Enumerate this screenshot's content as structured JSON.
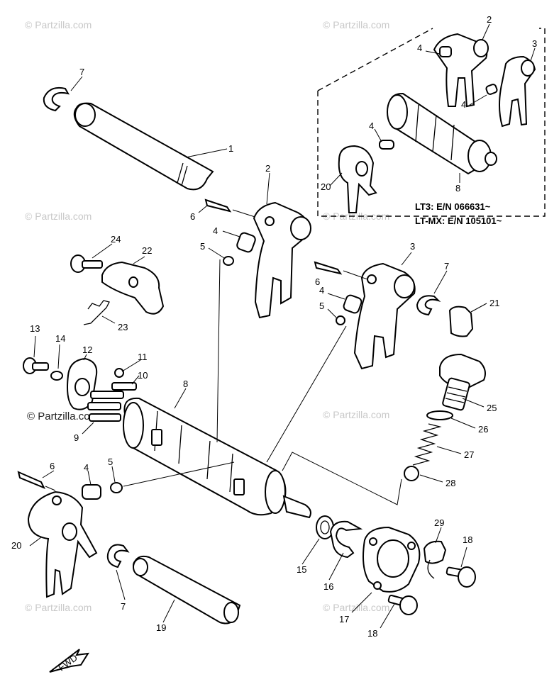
{
  "watermark": "© Partzilla.com",
  "inset_notes": [
    "LT3:    E/N 066631~",
    "LT-MX: E/N 105101~"
  ],
  "fwd_label": "FWD",
  "part_numbers": [
    "1",
    "2",
    "3",
    "4",
    "5",
    "6",
    "7",
    "8",
    "9",
    "10",
    "11",
    "12",
    "13",
    "14",
    "15",
    "16",
    "17",
    "18",
    "19",
    "20",
    "21",
    "22",
    "23",
    "24",
    "25",
    "26",
    "27",
    "28",
    "29"
  ],
  "colors": {
    "line": "#000000",
    "background": "#ffffff",
    "watermark": "#c8c8c8"
  }
}
